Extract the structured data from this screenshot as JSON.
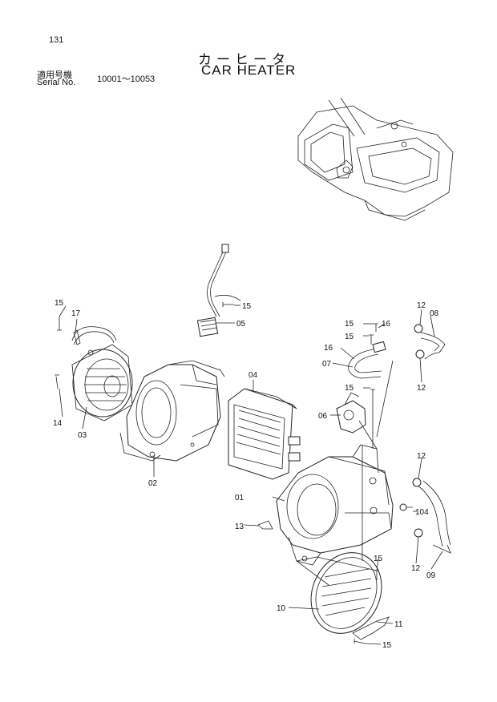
{
  "header": {
    "page_number": "131",
    "title_jp": "カーヒータ",
    "title_en": "CAR HEATER",
    "serial_label_jp": "適用号機",
    "serial_label_en": "Serial No.",
    "serial_range": "10001～10053"
  },
  "callouts": {
    "c01": "01",
    "c02": "02",
    "c03": "03",
    "c04": "04",
    "c05": "05",
    "c06": "06",
    "c07": "07",
    "c08": "08",
    "c09": "09",
    "c10": "10",
    "c11": "11",
    "c12a": "12",
    "c12b": "12",
    "c12c": "12",
    "c12d": "12",
    "c13": "13",
    "c14": "14",
    "c15a": "15",
    "c15b": "15",
    "c15c": "15",
    "c15d": "15",
    "c15e": "15",
    "c15f": "15",
    "c15g": "15",
    "c16a": "16",
    "c16b": "16",
    "c17": "17",
    "c104": "104"
  }
}
